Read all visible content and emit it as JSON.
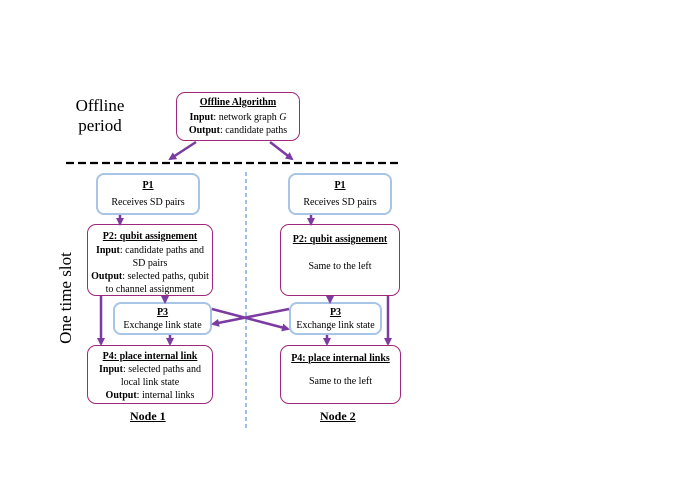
{
  "labels": {
    "offline": [
      "Offline",
      "period"
    ],
    "one_time_slot": "One time slot",
    "node1": "Node 1",
    "node2": "Node 2"
  },
  "offline_box": {
    "title": "Offline Algorithm",
    "input_key": "Input",
    "input_val": ": network graph ",
    "input_var": "G",
    "output_key": "Output",
    "output_val": ": candidate paths"
  },
  "node1": {
    "p1": {
      "title": "P1",
      "body": "Receives SD pairs"
    },
    "p2": {
      "title": "P2: qubit assignement",
      "input_key": "Input",
      "input_val": ": candidate paths and",
      "input_val2": "SD pairs",
      "output_key": "Output",
      "output_val": ": selected paths, qubit",
      "output_val2": "to channel assignment"
    },
    "p3": {
      "title": "P3",
      "body": "Exchange link state"
    },
    "p4": {
      "title": "P4: place internal link",
      "input_key": "Input",
      "input_val": ": selected paths and",
      "input_val2": "local link state",
      "output_key": "Output",
      "output_val": ": internal links"
    }
  },
  "node2": {
    "p1": {
      "title": "P1",
      "body": "Receives SD pairs"
    },
    "p2": {
      "title": "P2: qubit assignement",
      "body": "Same to the left"
    },
    "p3": {
      "title": "P3",
      "body": "Exchange link state"
    },
    "p4": {
      "title": "P4: place internal links",
      "body": "Same to the left"
    }
  },
  "colors": {
    "arrow": "#7b3ba0",
    "purple_border": "#a0287a",
    "blue_border": "#a8c4e6",
    "divider": "#3f7fd0"
  }
}
